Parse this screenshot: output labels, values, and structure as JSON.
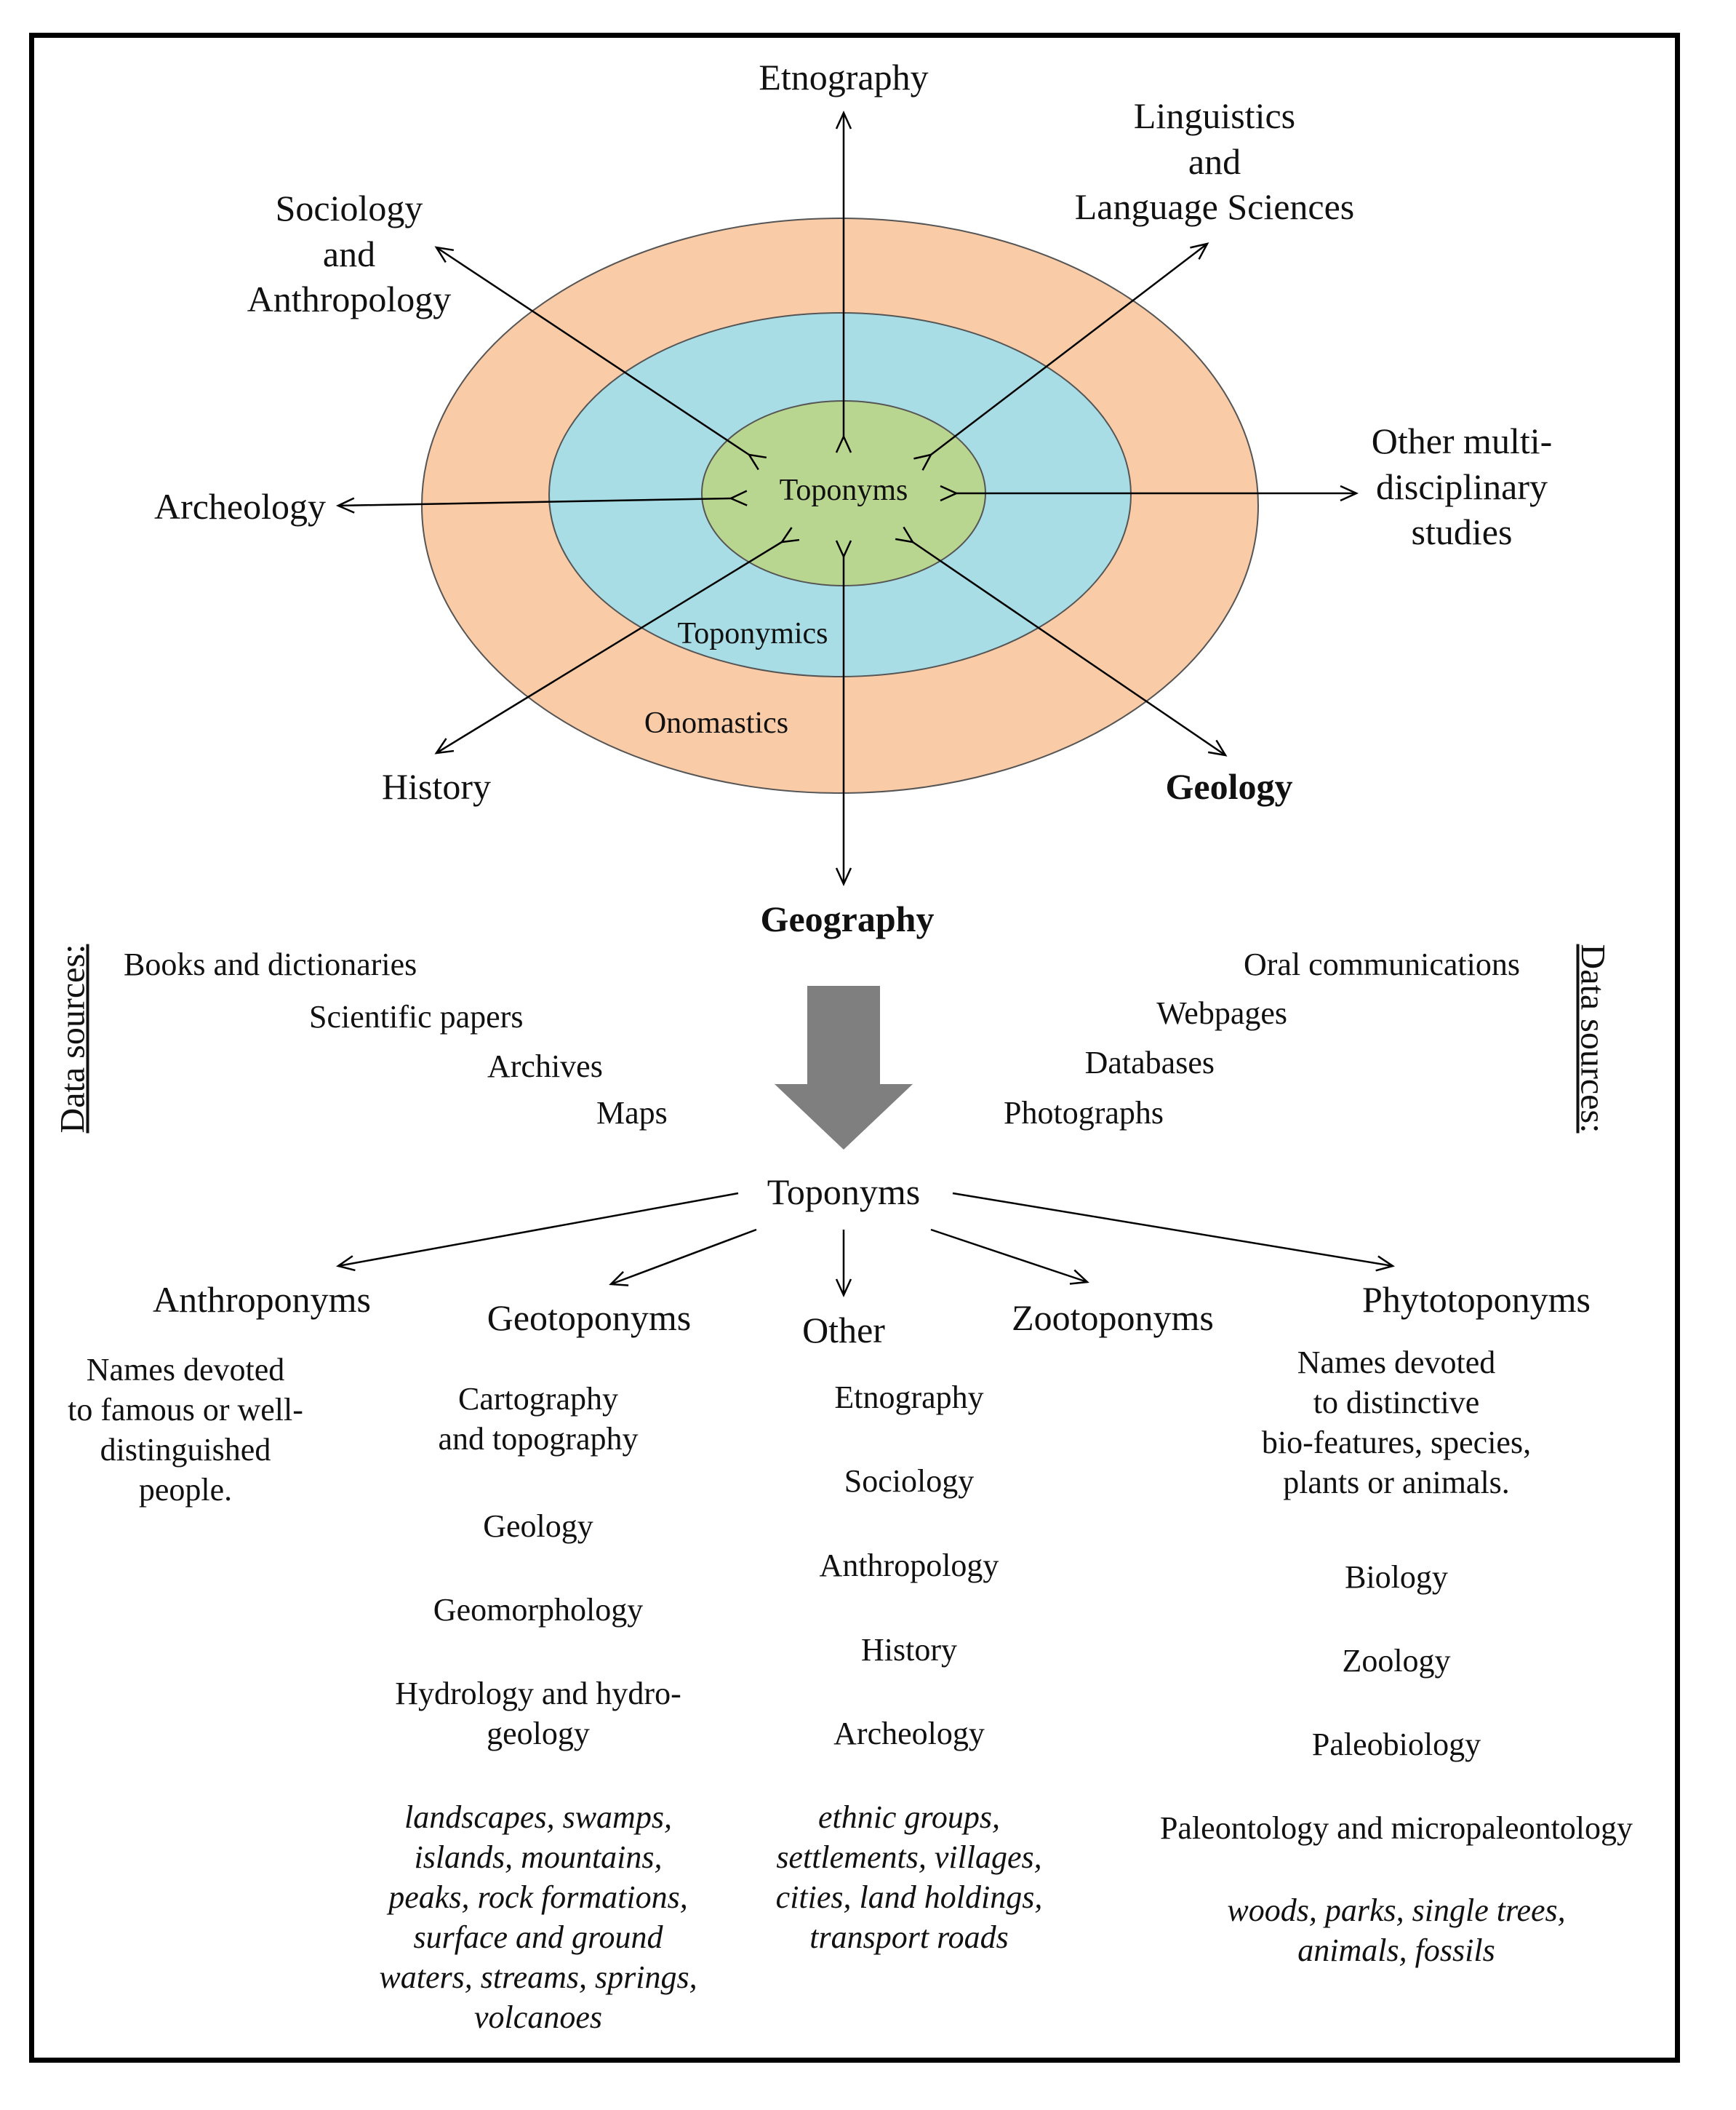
{
  "rings": {
    "outer": {
      "label": "Onomastics",
      "color": "#f9cba7"
    },
    "middle": {
      "label": "Toponymics",
      "color": "#a8dde6"
    },
    "inner": {
      "label": "Toponyms",
      "color": "#b9d690"
    }
  },
  "disciplines": {
    "etnography": "Etnography",
    "linguistics": "Linguistics\nand\nLanguage Sciences",
    "sociology": "Sociology\nand\nAnthropology",
    "archeology": "Archeology",
    "other": "Other multi-\ndisciplinary\nstudies",
    "history": "History",
    "geology": "Geology",
    "geography": "Geography"
  },
  "data_sources": {
    "heading": "Data sources:",
    "left": [
      "Books and dictionaries",
      "Scientific papers",
      "Archives",
      "Maps"
    ],
    "right": [
      "Oral communications",
      "Webpages",
      "Databases",
      "Photographs"
    ]
  },
  "big_arrow_color": "#7f7f7f",
  "toponyms_root": "Toponyms",
  "categories": {
    "anthroponyms": {
      "title": "Anthroponyms",
      "description": "Names devoted\nto famous or well-\ndistinguished\npeople."
    },
    "geotoponyms": {
      "title": "Geotoponyms",
      "fields": [
        "Cartography\nand topography",
        "Geology",
        "Geomorphology",
        "Hydrology and hydro-\ngeology"
      ],
      "examples": "landscapes, swamps,\nislands, mountains,\npeaks, rock formations,\nsurface and ground\nwaters, streams, springs,\nvolcanoes"
    },
    "other": {
      "title": "Other",
      "fields": [
        "Etnography",
        "Sociology",
        "Anthropology",
        "History",
        "Archeology"
      ],
      "examples": "ethnic groups,\nsettlements, villages,\ncities, land holdings,\ntransport roads"
    },
    "zootoponyms": {
      "title": "Zootoponyms"
    },
    "phytotoponyms": {
      "title": "Phytotoponyms",
      "description": "Names devoted\nto distinctive\nbio-features, species,\nplants or animals.",
      "fields": [
        "Biology",
        "Zoology",
        "Paleobiology",
        "Paleontology and micropaleontology"
      ],
      "examples": "woods, parks, single trees,\nanimals, fossils"
    }
  }
}
